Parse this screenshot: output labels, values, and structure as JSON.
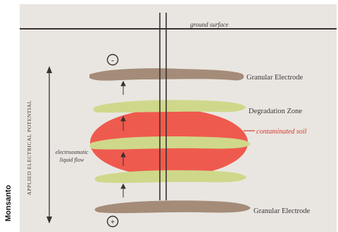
{
  "diagram": {
    "labels": {
      "ground_surface": "ground surface",
      "electrode_top": "Granular Electrode",
      "degradation_zone": "Degradation Zone",
      "contaminated_soil": "contaminated soil",
      "electrode_bottom": "Granular Electrode",
      "applied_potential": "APPLIED ELECTRICAL POTENTIAL",
      "flow_line1": "electroosmotic",
      "flow_line2": "liquid flow",
      "polarity_top": "-",
      "polarity_bottom": "+"
    },
    "credit": "Monsanto",
    "colors": {
      "background": "#e9e6e1",
      "electrode": "#a48c78",
      "degradation_zone": "#cfd88a",
      "contaminated_soil": "#ef5a4e",
      "soil_text": "#d53a2d",
      "line": "#3a3030",
      "text": "#3d3535"
    }
  }
}
